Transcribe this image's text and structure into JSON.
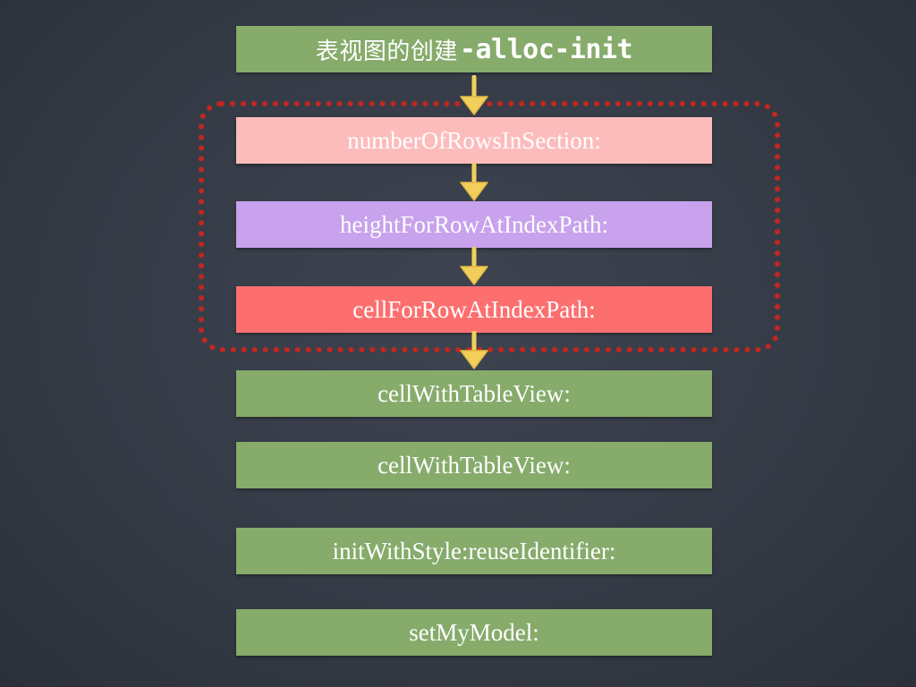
{
  "slide": {
    "title_cn": "表视图的创建",
    "title_en": "-alloc-init",
    "steps": [
      "numberOfRowsInSection:",
      "heightForRowAtIndexPath:",
      "cellForRowAtIndexPath:",
      "cellWithTableView:",
      "cellWithTableView:",
      "initWithStyle:reuseIdentifier:",
      "setMyModel:"
    ]
  },
  "colors": {
    "background": "#363c47",
    "green": "#86ab6b",
    "pink": "#fdbcbc",
    "purple": "#c8a2ec",
    "red": "#fd6f6f",
    "arrow": "#f2cf5b",
    "dotted_border": "#c4261f"
  }
}
